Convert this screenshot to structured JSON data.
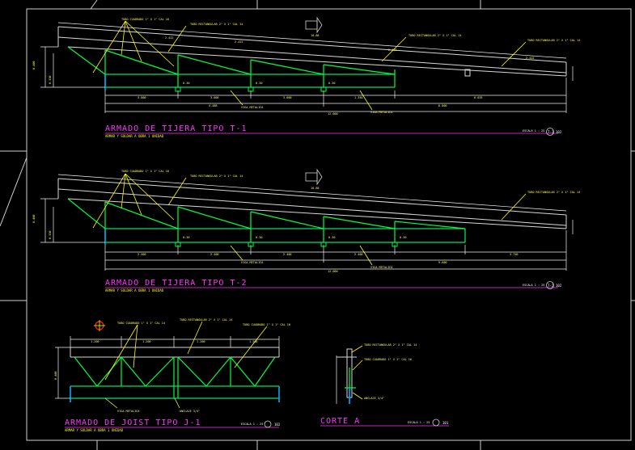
{
  "colors": {
    "background": "#000000",
    "frame": "#cfcfcf",
    "chord": "#d8d8d8",
    "truss": "#00ff3c",
    "bottom_chord": "#00e06a",
    "dimension": "#f2f2f2",
    "leader": "#ffff00",
    "title": "#ff33ff",
    "column": "#00aaff",
    "marker": "#ff2222"
  },
  "truss_t1": {
    "title": "ARMADO DE TIJERA TIPO T-1",
    "subtitle": "ARMAR Y SOLDAR A OBRA 1 UNIDAD",
    "scale_note": "ESCALA 1 : 25",
    "ref": "102",
    "north_label": "T-1",
    "labels": {
      "diagonal": "TUBO CUADRADO 1\" X 1\" CAL 16",
      "chord_top": "TUBO RECTANGULAR 2\" X 1\" CAL 14",
      "chord_right_a": "TUBO RECTANGULAR 2\" X 1\" CAL 14",
      "chord_right_b": "TUBO RECTANGULAR 2\" X 1\" CAL 14",
      "weld_a": "VIGA METALICA",
      "weld_b": "VIGA METALICA"
    },
    "dims": {
      "top_total": "10.88",
      "seg": [
        "2.422",
        "2.422",
        "2.422",
        "2.422"
      ],
      "bottom_a": [
        "3.000",
        "3.000",
        "3.000",
        "1.350",
        "6.035"
      ],
      "bottom_b": [
        "4.488",
        "6.000"
      ],
      "overall": "12.000",
      "height_a": "0.400",
      "height_b": "0.350",
      "node": [
        "0.30",
        "0.30",
        "0.30"
      ]
    }
  },
  "truss_t2": {
    "title": "ARMADO DE TIJERA TIPO T-2",
    "subtitle": "ARMAR Y SOLDAR A OBRA 1 UNIDAD",
    "scale_note": "ESCALA 1 : 25",
    "ref": "102",
    "north_label": "T-2",
    "labels": {
      "diagonal": "TUBO CUADRADO 1\" X 1\" CAL 16",
      "chord_top": "TUBO RECTANGULAR 2\" X 1\" CAL 14",
      "chord_right": "TUBO RECTANGULAR 2\" X 1\" CAL 14",
      "weld_a": "VIGA METALICA",
      "weld_b": "VIGA METALICA"
    },
    "dims": {
      "top_total": "10.88",
      "bottom_a": [
        "2.400",
        "2.400",
        "2.400",
        "2.400",
        "3.750"
      ],
      "overall": "12.000",
      "mid": "9.600",
      "height_a": "0.400",
      "height_b": "0.350",
      "node": [
        "0.30",
        "0.30",
        "0.30",
        "0.30"
      ]
    }
  },
  "joist": {
    "title": "ARMADO DE JOIST TIPO J-1",
    "subtitle": "ARMAR Y SOLDAR A OBRA 1 UNIDAD",
    "scale_note": "ESCALA 1 : 25",
    "ref": "102",
    "labels": {
      "top_left": "TUBO CUADRADO 1\" X 1\" CAL 14",
      "top_mid": "TUBO RECTANGULAR 2\" X 1\" CAL 14",
      "top_right": "TUBO CUADRADO 1\" X 1\" CAL 16",
      "bottom": "VIGA METALICA",
      "anchor": "ANCLAJE 3/4\""
    },
    "dims": [
      "1.200",
      "1.200",
      "1.200",
      "1.200"
    ],
    "height": "0.400"
  },
  "section_a": {
    "title": "CORTE A",
    "scale_note": "ESCALA 1 : 25",
    "ref": "101",
    "labels": {
      "top": "TUBO RECTANGULAR 2\" X 1\" CAL 14",
      "mid": "TUBO CUADRADO 1\" X 1\" CAL 16",
      "bottom": "ANCLAJE 3/4\""
    }
  }
}
